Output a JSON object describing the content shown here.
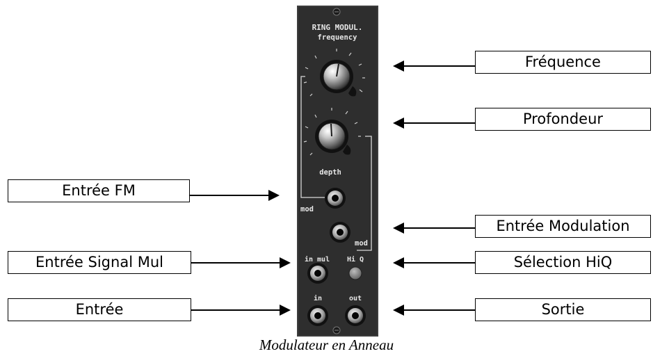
{
  "module": {
    "title": "RING MODUL.",
    "knob1_label": "frequency",
    "knob2_label": "depth",
    "jack_mod1_label": "mod",
    "jack_mod2_label": "mod",
    "in_mul_label": "in mul",
    "hiq_label": "Hi Q",
    "in_label": "in",
    "out_label": "out"
  },
  "callouts": {
    "frequence": "Fréquence",
    "profondeur": "Profondeur",
    "entree_fm": "Entrée FM",
    "entree_modulation": "Entrée Modulation",
    "entree_signal_mul": "Entrée Signal Mul",
    "selection_hiq": "Sélection HiQ",
    "entree": "Entrée",
    "sortie": "Sortie"
  },
  "caption": "Modulateur en Anneau"
}
